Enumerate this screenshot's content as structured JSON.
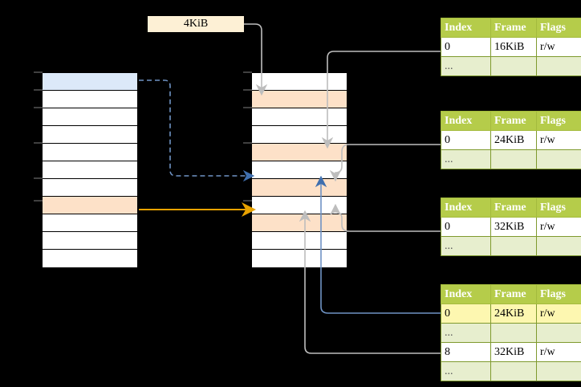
{
  "diagram": {
    "title": "multi-level-page-table-walk",
    "size_label": {
      "text": "4KiB"
    },
    "colors": {
      "header_green": "#b5cc4a",
      "row_alt_green": "#e7eece",
      "highlight_yellow": "#fdf7b0",
      "peach": "#fde1c8",
      "blue_row": "#dce9f9",
      "orange_arrow": "#e8a200",
      "blue_arrow": "#4a79b5",
      "grey_arrow": "#b8b8b8",
      "label_cream": "#fdf0d5"
    },
    "left_memory": {
      "name": "virtual-address-space",
      "row_count": 11,
      "rows": [
        {
          "fill": "blue"
        },
        {
          "fill": "white"
        },
        {
          "fill": "white"
        },
        {
          "fill": "white"
        },
        {
          "fill": "white"
        },
        {
          "fill": "white"
        },
        {
          "fill": "white"
        },
        {
          "fill": "peach"
        },
        {
          "fill": "white"
        },
        {
          "fill": "white"
        },
        {
          "fill": "white"
        }
      ]
    },
    "middle_memory": {
      "name": "physical-memory",
      "row_count": 11,
      "rows": [
        {
          "fill": "white"
        },
        {
          "fill": "peach"
        },
        {
          "fill": "white"
        },
        {
          "fill": "white"
        },
        {
          "fill": "peach"
        },
        {
          "fill": "white"
        },
        {
          "fill": "peach"
        },
        {
          "fill": "white"
        },
        {
          "fill": "peach"
        },
        {
          "fill": "white"
        },
        {
          "fill": "white"
        }
      ]
    },
    "page_tables": [
      {
        "name": "page-table-level-1",
        "headers": [
          "Index",
          "Frame",
          "Flags"
        ],
        "rows": [
          {
            "cells": [
              "0",
              "16KiB",
              "r/w"
            ],
            "style": "plain"
          },
          {
            "cells": [
              "...",
              "",
              ""
            ],
            "style": "ellipsis"
          }
        ]
      },
      {
        "name": "page-table-level-2",
        "headers": [
          "Index",
          "Frame",
          "Flags"
        ],
        "rows": [
          {
            "cells": [
              "0",
              "24KiB",
              "r/w"
            ],
            "style": "plain"
          },
          {
            "cells": [
              "...",
              "",
              ""
            ],
            "style": "ellipsis"
          }
        ]
      },
      {
        "name": "page-table-level-3",
        "headers": [
          "Index",
          "Frame",
          "Flags"
        ],
        "rows": [
          {
            "cells": [
              "0",
              "32KiB",
              "r/w"
            ],
            "style": "plain"
          },
          {
            "cells": [
              "...",
              "",
              ""
            ],
            "style": "ellipsis"
          }
        ]
      },
      {
        "name": "page-table-level-4",
        "headers": [
          "Index",
          "Frame",
          "Flags"
        ],
        "rows": [
          {
            "cells": [
              "0",
              "24KiB",
              "r/w"
            ],
            "style": "highlight"
          },
          {
            "cells": [
              "...",
              "",
              ""
            ],
            "style": "ellipsis"
          },
          {
            "cells": [
              "8",
              "32KiB",
              "r/w"
            ],
            "style": "plain"
          },
          {
            "cells": [
              "...",
              "",
              ""
            ],
            "style": "ellipsis"
          }
        ]
      }
    ]
  }
}
